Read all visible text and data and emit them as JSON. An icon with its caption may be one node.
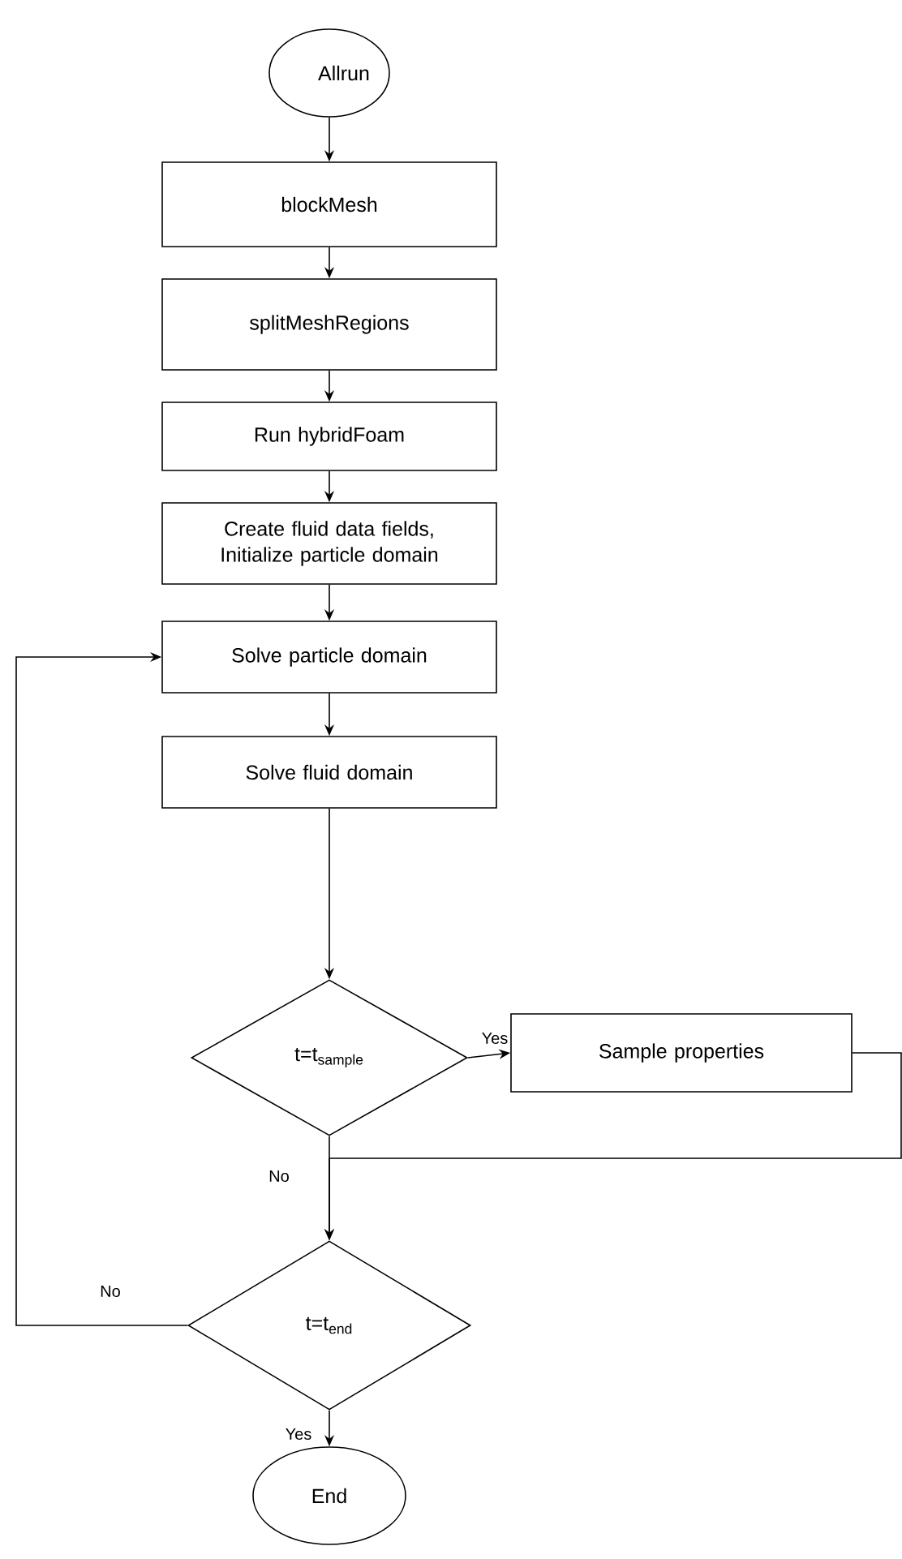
{
  "diagram": {
    "nodes": [
      {
        "text": [
          "Allrun"
        ]
      },
      {
        "text": [
          "blockMesh"
        ]
      },
      {
        "text": [
          "splitMeshRegions"
        ]
      },
      {
        "text": [
          "Run hybridFoam"
        ]
      },
      {
        "text": [
          "Create fluid data fields, Initialize particle domain"
        ]
      },
      {
        "text": [
          "Solve particle domain"
        ]
      },
      {
        "text": [
          "Solve fluid domain"
        ]
      },
      {
        "text": [
          "t=t$_{sample}$"
        ]
      },
      {
        "text": [
          "Sample properties"
        ]
      },
      {
        "text": [
          "t=t$_{end}$"
        ]
      },
      {
        "text": [
          "End"
        ]
      }
    ],
    "edges": [
      {
        "from": 0,
        "to": 1,
        "arrow": "to"
      },
      {
        "from": 1,
        "to": 2,
        "arrow": "to"
      },
      {
        "from": 2,
        "to": 3,
        "arrow": "to"
      },
      {
        "from": 3,
        "to": 4,
        "arrow": "to"
      },
      {
        "from": 4,
        "to": 5,
        "arrow": "to"
      },
      {
        "from": 5,
        "to": 6,
        "arrow": "to"
      },
      {
        "from": 6,
        "to": 7,
        "arrow": "to"
      },
      {
        "from": 7,
        "to": 8,
        "arrow": "to",
        "label": "Yes"
      },
      {
        "from": 7,
        "to": 9,
        "arrow": "to",
        "label": "No"
      },
      {
        "from": 8,
        "to": 9,
        "arrow": "to"
      },
      {
        "from": 9,
        "to": 5,
        "arrow": "to",
        "label": "No"
      },
      {
        "from": 9,
        "to": 10,
        "arrow": "to",
        "label": "Yes"
      }
    ]
  }
}
